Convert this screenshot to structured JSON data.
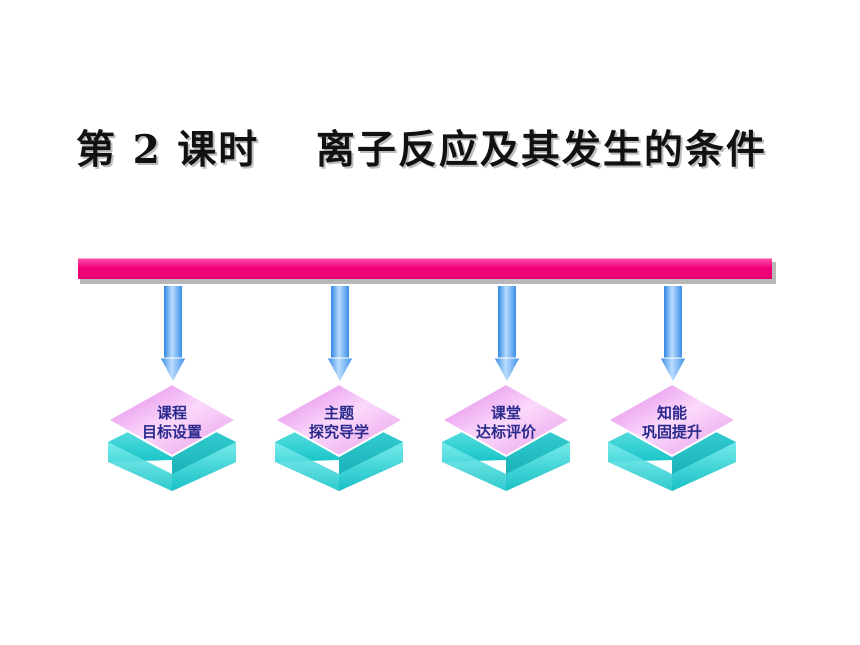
{
  "slide": {
    "title": "第 2 课时　 离子反应及其发生的条件"
  },
  "colors": {
    "title_bar": "#f0047f",
    "arrow": "#5aa8f2",
    "tile_top": "#f0a8f0",
    "tile_base": "#2fd2d4",
    "label_text": "#2a2a8c"
  },
  "nav_items": [
    {
      "line1": "课程",
      "line2": "目标设置"
    },
    {
      "line1": "主题",
      "line2": "探究导学"
    },
    {
      "line1": "课堂",
      "line2": "达标评价"
    },
    {
      "line1": "知能",
      "line2": "巩固提升"
    }
  ]
}
